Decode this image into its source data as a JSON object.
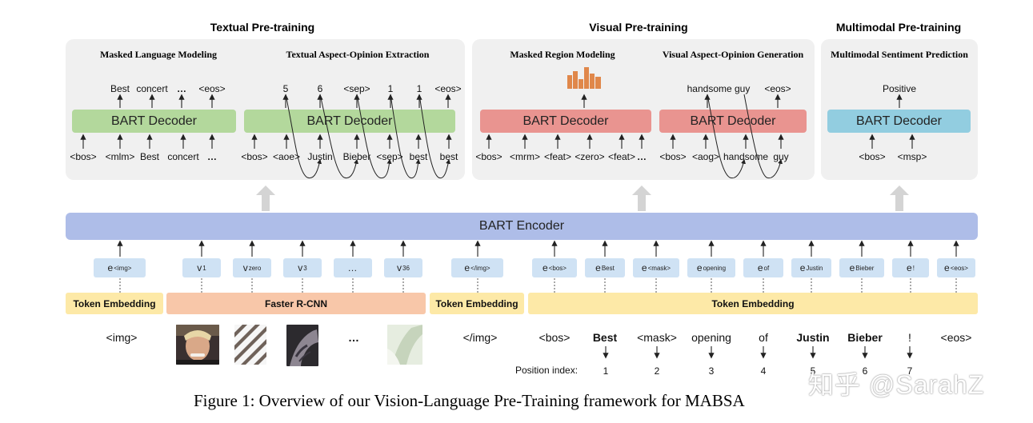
{
  "sections": {
    "textual": "Textual Pre-training",
    "visual": "Visual Pre-training",
    "multimodal": "Multimodal Pre-training"
  },
  "tasks": {
    "mlm": "Masked Language Modeling",
    "taoe": "Textual Aspect-Opinion Extraction",
    "mrm": "Masked Region Modeling",
    "vaog": "Visual Aspect-Opinion Generation",
    "msp": "Multimodal Sentiment Prediction"
  },
  "decoder_label": "BART Decoder",
  "encoder_label": "BART Encoder",
  "mlm": {
    "outputs": [
      "Best",
      "concert",
      "…",
      "<eos>"
    ],
    "inputs": [
      "<bos>",
      "<mlm>",
      "Best",
      "concert",
      "…"
    ]
  },
  "taoe": {
    "outputs": [
      "5",
      "6",
      "<sep>",
      "1",
      "1",
      "<eos>"
    ],
    "inputs": [
      "<bos>",
      "<aoe>",
      "Justin",
      "Bieber",
      "<sep>",
      "best",
      "best"
    ]
  },
  "mrm": {
    "inputs": [
      "<bos>",
      "<mrm>",
      "<feat>",
      "<zero>",
      "<feat>",
      "…"
    ],
    "output_icon": "bar-features-icon"
  },
  "vaog": {
    "outputs": [
      "handsome guy",
      "<eos>"
    ],
    "inputs": [
      "<bos>",
      "<aog>",
      "handsome",
      "guy"
    ]
  },
  "msp": {
    "outputs": [
      "Positive"
    ],
    "inputs": [
      "<bos>",
      "<msp>"
    ]
  },
  "embeddings": [
    {
      "base": "e",
      "sub": "<img>"
    },
    {
      "base": "v",
      "sub": "1"
    },
    {
      "base": "v",
      "sub": "zero"
    },
    {
      "base": "v",
      "sub": "3"
    },
    {
      "base": "…",
      "sub": ""
    },
    {
      "base": "v",
      "sub": "36"
    },
    {
      "base": "e",
      "sub": "</img>"
    },
    {
      "base": "e",
      "sub": "<bos>"
    },
    {
      "base": "e",
      "sub": "Best"
    },
    {
      "base": "e",
      "sub": "<mask>"
    },
    {
      "base": "e",
      "sub": "opening"
    },
    {
      "base": "e",
      "sub": "of"
    },
    {
      "base": "e",
      "sub": "Justin"
    },
    {
      "base": "e",
      "sub": "Bieber"
    },
    {
      "base": "e",
      "sub": "!"
    },
    {
      "base": "e",
      "sub": "<eos>"
    }
  ],
  "bands": {
    "token_embedding": "Token Embedding",
    "faster_rcnn": "Faster R-CNN"
  },
  "input_words": [
    "<img>",
    "…",
    "</img>",
    "<bos>",
    "Best",
    "<mask>",
    "opening",
    "of",
    "Justin",
    "Bieber",
    "!",
    "<eos>"
  ],
  "position_label": "Position index:",
  "positions": [
    "1",
    "2",
    "3",
    "4",
    "5",
    "6",
    "7"
  ],
  "caption": "Figure 1: Overview of our Vision-Language Pre-Training framework for MABSA",
  "watermark": "知乎 @SarahZ",
  "colors": {
    "decoder_green": "#b3d89c",
    "decoder_red": "#e99490",
    "decoder_blue": "#92cde0",
    "encoder": "#aebde8",
    "embedding": "#cfe2f4",
    "token_band": "#fde9a7",
    "rcnn_band": "#f8c7a9",
    "panel": "#f0f0f0"
  }
}
